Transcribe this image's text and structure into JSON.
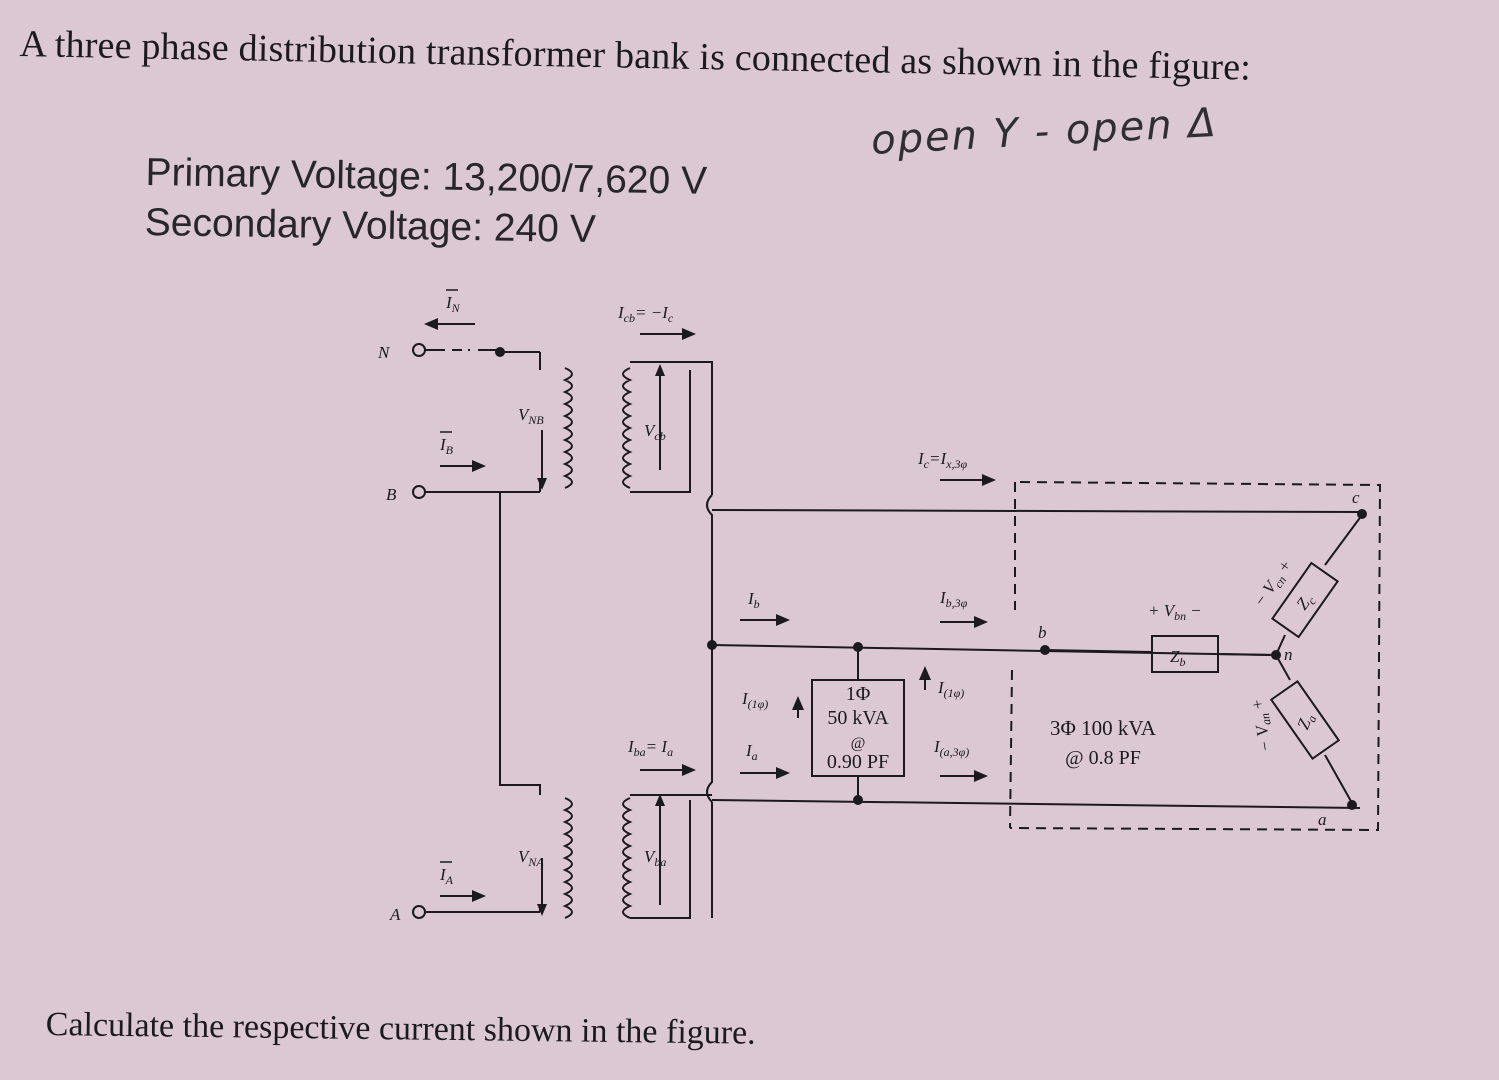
{
  "heading": "A three phase distribution transformer bank is connected as shown in the figure:",
  "handwritten_note": "open Y - open Δ",
  "specs": {
    "primary": "Primary Voltage: 13,200/7,620 V",
    "secondary": "Secondary Voltage: 240 V"
  },
  "terminals": {
    "N": "N",
    "B": "B",
    "A": "A"
  },
  "currents": {
    "IN": "I",
    "IN_sub": "N",
    "IB": "I",
    "IB_sub": "B",
    "IA": "I",
    "IA_sub": "A",
    "Icb_eq": "I",
    "Icb_eq_sub": "cb",
    "Icb_eq_rhs": "= −I",
    "Icb_eq_rhs_sub": "c",
    "Iba_eq": "I",
    "Iba_eq_sub": "ba",
    "Iba_eq_rhs": "= I",
    "Iba_eq_rhs_sub": "a",
    "Ic_eq": "I",
    "Ic_eq_sub": "c",
    "Ic_eq_rhs": "=I",
    "Ic_eq_rhs_sub": "x,3φ",
    "Ib": "I",
    "Ib_sub": "b",
    "Ia": "I",
    "Ia_sub": "a",
    "I1phi_left": "I",
    "I1phi_left_sub": "(1φ)",
    "I1phi_right": "I",
    "I1phi_right_sub": "(1φ)",
    "Ib3": "I",
    "Ib3_sub": "b,3φ",
    "Ia3": "I",
    "Ia3_sub": "(a,3φ)"
  },
  "voltages": {
    "VNB": "V",
    "VNB_sub": "NB",
    "VNA": "V",
    "VNA_sub": "NA",
    "Vcb": "V",
    "Vcb_sub": "cb",
    "Vba": "V",
    "Vba_sub": "ba",
    "Vbn": "+ V",
    "Vbn_sub": "bn",
    "Vbn_minus": "−",
    "Vcn": "− V",
    "Vcn_sub": "cn",
    "Vcn_plus": "+",
    "Van": "− V",
    "Van_sub": "an",
    "Van_plus": "+"
  },
  "load_1phase": {
    "line1": "1Φ",
    "line2": "50 kVA",
    "line3": "@",
    "line4": "0.90 PF"
  },
  "load_3phase": {
    "line1": "3Φ 100 kVA",
    "line2": "@ 0.8 PF"
  },
  "nodes": {
    "a": "a",
    "b": "b",
    "c": "c",
    "n": "n"
  },
  "impedances": {
    "Zb": "Z",
    "Zb_sub": "b",
    "Zc": "Z",
    "Zc_sub": "c",
    "Za": "Z",
    "Za_sub": "a"
  },
  "question": "Calculate the respective current shown in the figure."
}
